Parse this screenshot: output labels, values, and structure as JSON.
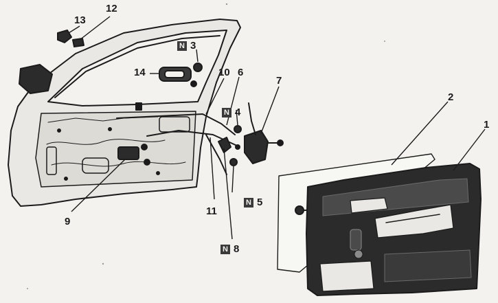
{
  "badge_letter": "N",
  "callouts": {
    "c1": "1",
    "c2": "2",
    "c3": "3",
    "c4": "4",
    "c5": "5",
    "c6": "6",
    "c7": "7",
    "c8": "8",
    "c9": "9",
    "c10": "10",
    "c11": "11",
    "c12": "12",
    "c13": "13",
    "c14": "14"
  },
  "colors": {
    "ink": "#1b1b1b",
    "paper": "#f3f2ef",
    "panel_dark": "#2b2b2b",
    "badge": "#3a3a3a"
  },
  "icons": [
    "door-shell",
    "mirror",
    "window-frame",
    "interior-handle",
    "lock-mechanism",
    "door-trim-panel",
    "plastic-sheet",
    "clip",
    "bolt",
    "remote-rods"
  ]
}
